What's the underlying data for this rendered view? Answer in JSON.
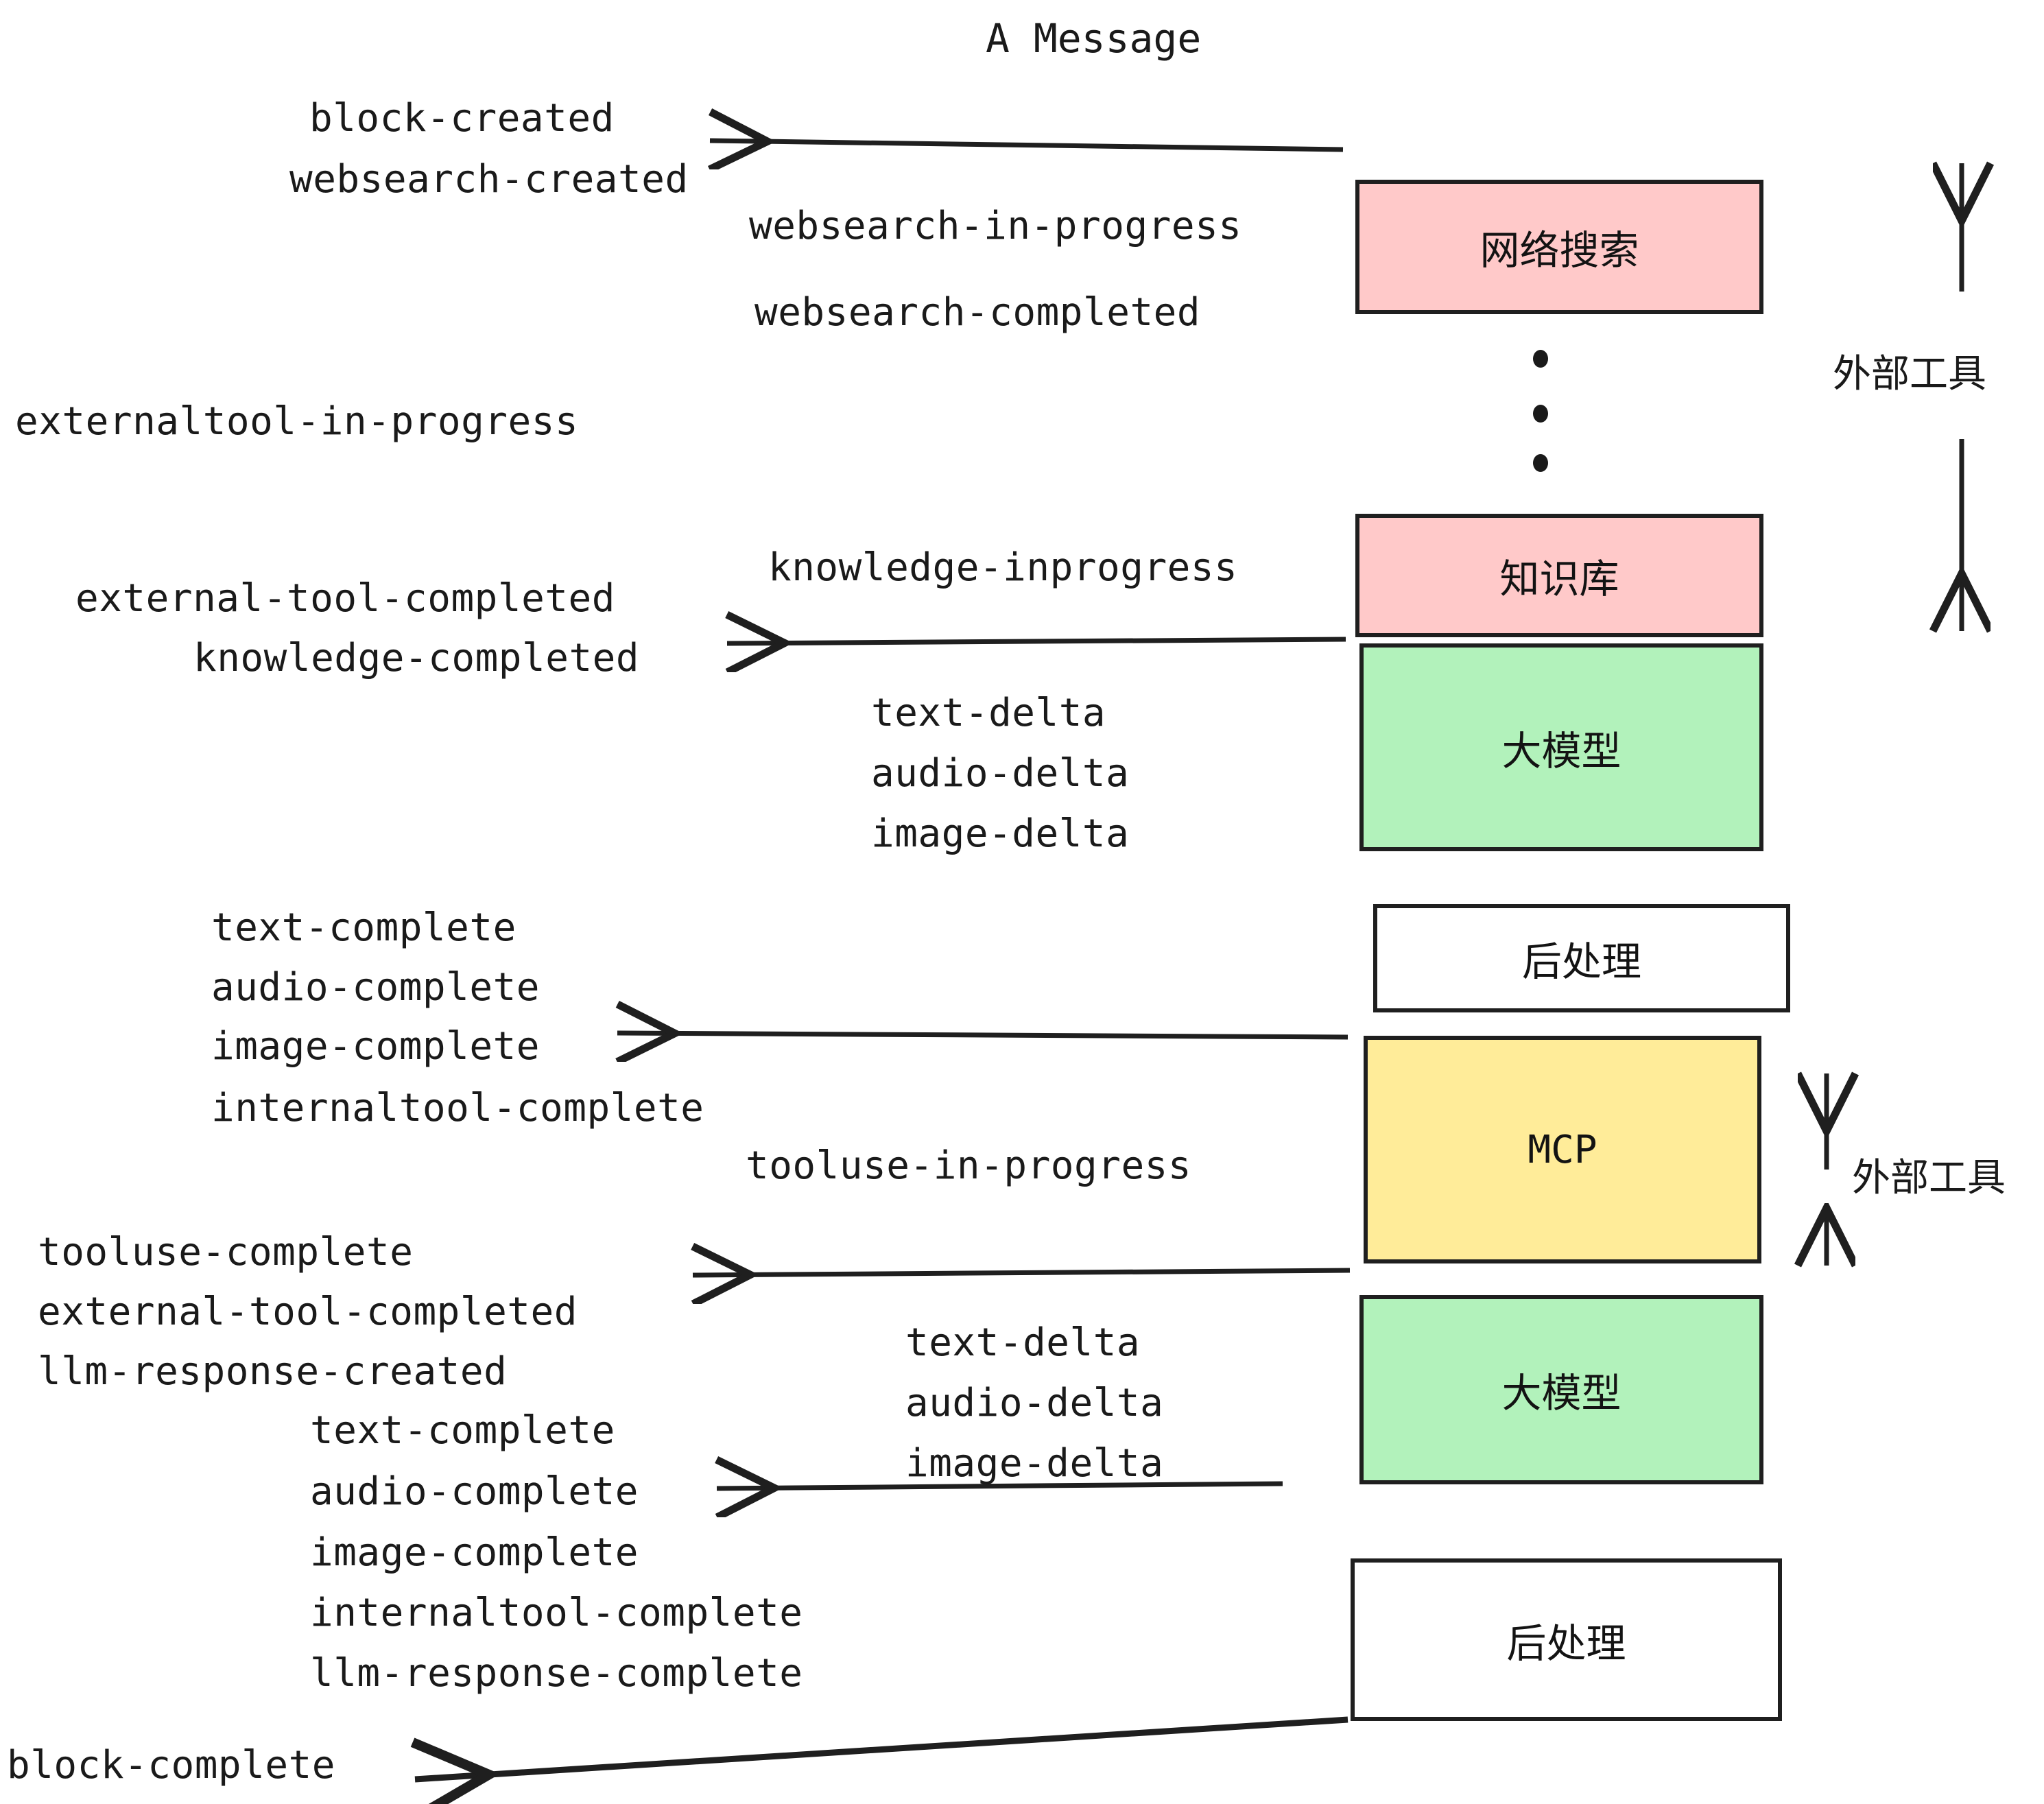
{
  "title": "A Message",
  "colors": {
    "pink": "#FFC9C9",
    "green": "#B2F2BB",
    "yellow": "#FFEC99",
    "white": "#FFFFFF",
    "stroke": "#1F1F1F"
  },
  "boxes": [
    {
      "id": "websearch",
      "label": "网络搜索",
      "fill": "#FFC9C9"
    },
    {
      "id": "knowledgebase",
      "label": "知识库",
      "fill": "#FFC9C9"
    },
    {
      "id": "llm-1",
      "label": "大模型",
      "fill": "#B2F2BB"
    },
    {
      "id": "postprocess-1",
      "label": "后处理",
      "fill": "#FFFFFF"
    },
    {
      "id": "mcp",
      "label": "MCP",
      "fill": "#FFEC99"
    },
    {
      "id": "llm-2",
      "label": "大模型",
      "fill": "#B2F2BB"
    },
    {
      "id": "postprocess-2",
      "label": "后处理",
      "fill": "#FFFFFF"
    }
  ],
  "side_annotations": [
    {
      "id": "external-tools-top",
      "label": "外部工具"
    },
    {
      "id": "external-tools-bottom",
      "label": "外部工具"
    }
  ],
  "events": {
    "block_created": "block-created",
    "websearch_created": "websearch-created",
    "websearch_in_progress": "websearch-in-progress",
    "websearch_completed": "websearch-completed",
    "externaltool_in_progress": "externaltool-in-progress",
    "knowledge_inprogress": "knowledge-inprogress",
    "external_tool_completed_1": "external-tool-completed",
    "knowledge_completed": "knowledge-completed",
    "text_delta_1": "text-delta",
    "audio_delta_1": "audio-delta",
    "image_delta_1": "image-delta",
    "text_complete_1": "text-complete",
    "audio_complete_1": "audio-complete",
    "image_complete_1": "image-complete",
    "internaltool_complete_1": "internaltool-complete",
    "tooluse_in_progress": "tooluse-in-progress",
    "tooluse_complete": "tooluse-complete",
    "external_tool_completed_2": "external-tool-completed",
    "llm_response_created": "llm-response-created",
    "text_delta_2": "text-delta",
    "audio_delta_2": "audio-delta",
    "image_delta_2": "image-delta",
    "text_complete_2": "text-complete",
    "audio_complete_2": "audio-complete",
    "image_complete_2": "image-complete",
    "internaltool_complete_2": "internaltool-complete",
    "llm_response_complete": "llm-response-complete",
    "block_complete": "block-complete"
  }
}
